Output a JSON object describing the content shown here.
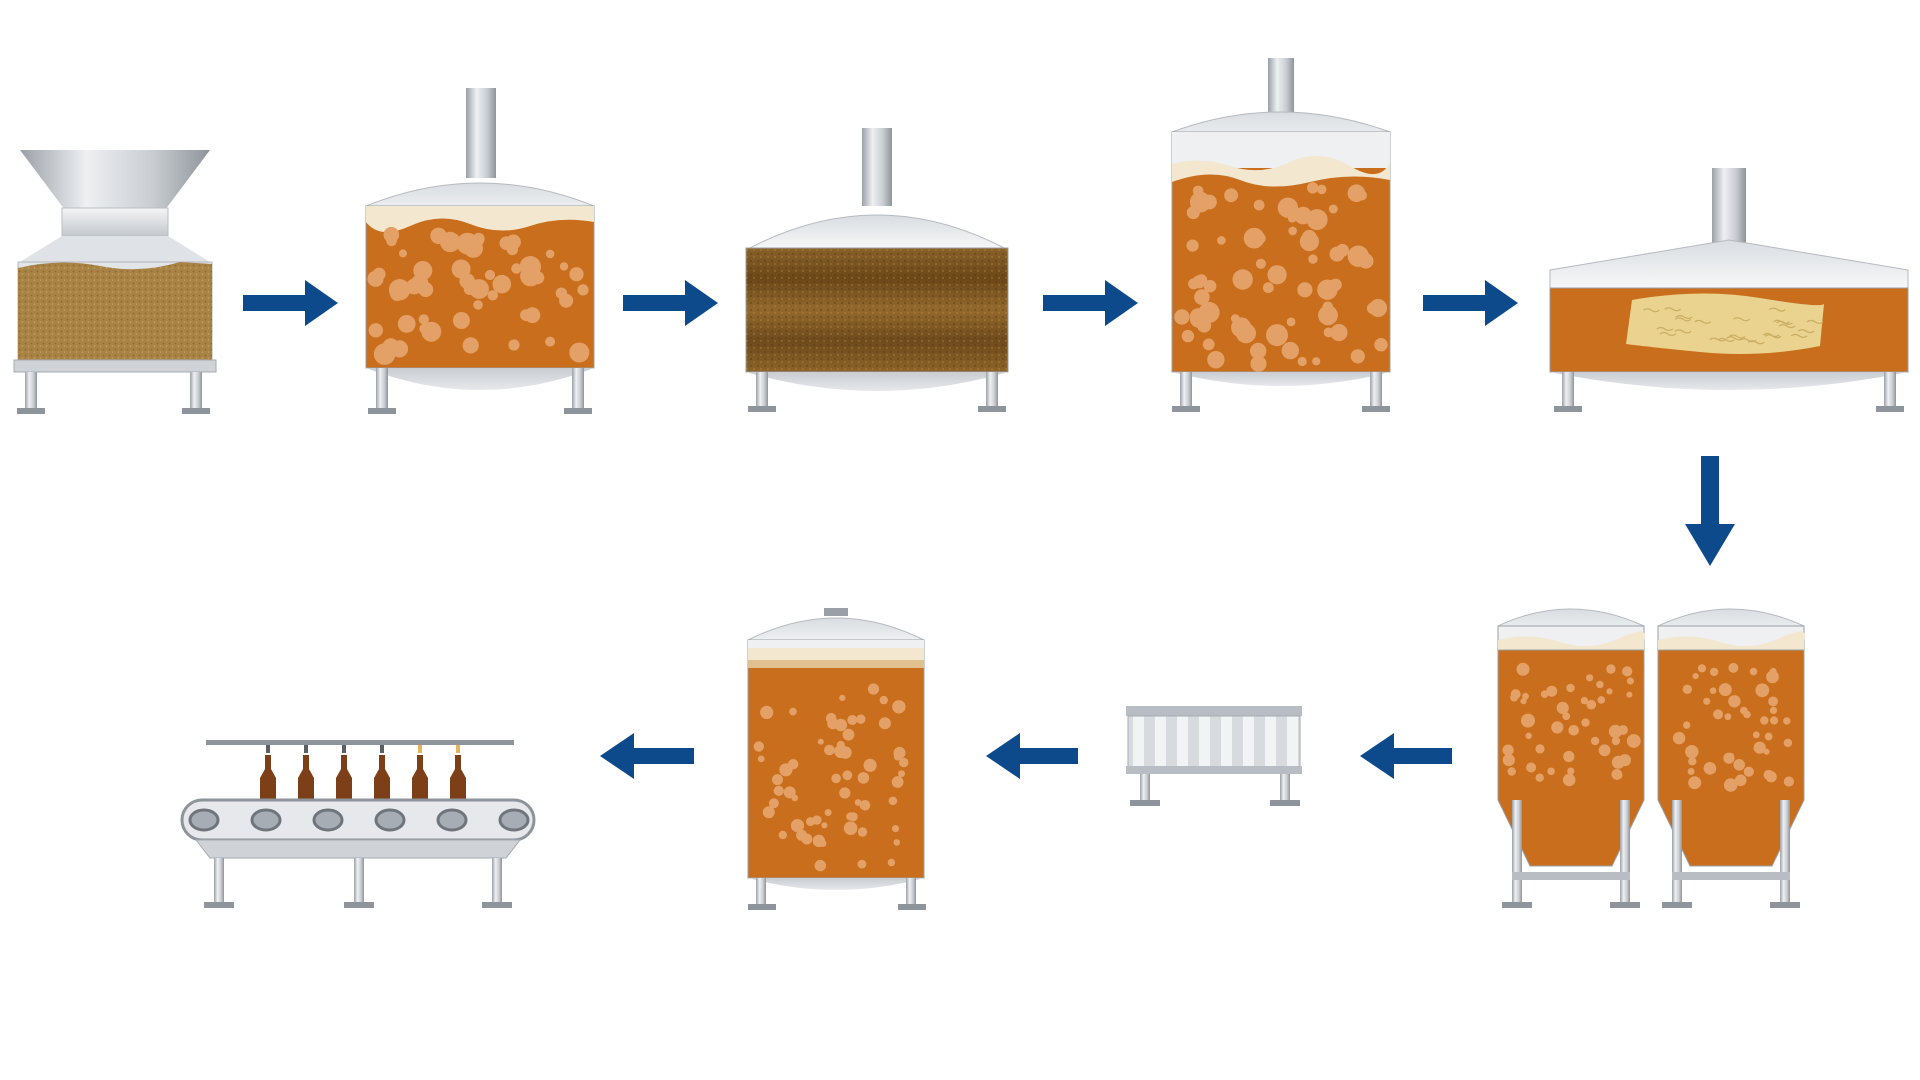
{
  "diagram": {
    "stages": [
      {
        "id": "mill"
      },
      {
        "id": "mash-tun"
      },
      {
        "id": "lauter-tun"
      },
      {
        "id": "wort-kettle"
      },
      {
        "id": "whirlpool"
      },
      {
        "id": "fermentation-tanks"
      },
      {
        "id": "filter"
      },
      {
        "id": "bright-beer-tank"
      },
      {
        "id": "bottling-line"
      }
    ],
    "colors": {
      "accent_arrow": "#0d4a8c",
      "beer": "#c86e1c",
      "beer_bubble": "#e4a167",
      "malt": "#a98345",
      "mash_dark": "#6e4a1c",
      "trub": "#ead28f",
      "steel": "#cfd3d8",
      "steel_dark": "#8e949b",
      "bottle": "#7c3f18",
      "foam": "#f3e7cf"
    },
    "icons": [
      "arrow-right-icon",
      "arrow-down-icon",
      "arrow-left-icon"
    ]
  }
}
